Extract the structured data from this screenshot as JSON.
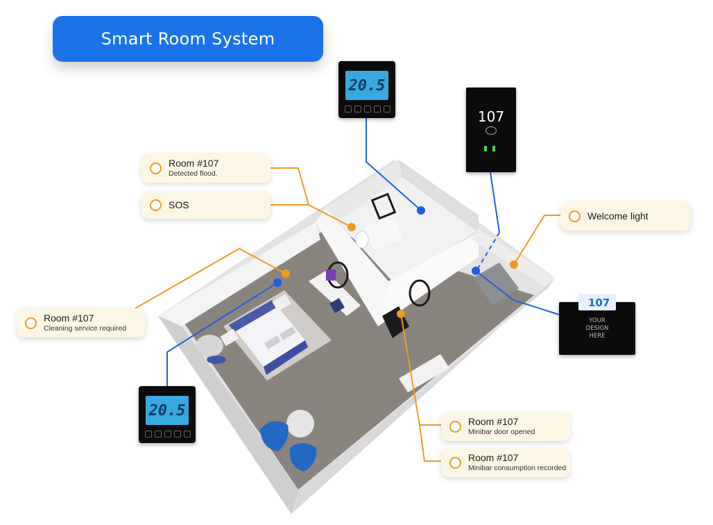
{
  "header": {
    "title": "Smart Room System"
  },
  "callouts": {
    "flood": {
      "line1": "Room #107",
      "line2": "Detected flood."
    },
    "sos": {
      "line1": "SOS"
    },
    "welcome": {
      "line1": "Welcome light"
    },
    "cleaning": {
      "line1": "Room #107",
      "line2": "Cleaning service required"
    },
    "minibar_door": {
      "line1": "Room #107",
      "line2": "Minibar door opened"
    },
    "minibar_consumption": {
      "line1": "Room #107",
      "line2": "Minibar consumption recorded"
    }
  },
  "devices": {
    "thermostat_top": {
      "reading": "20.5"
    },
    "thermostat_bottom": {
      "reading": "20.5"
    },
    "door_panel": {
      "room_number": "107"
    },
    "keycard_pad": {
      "room_number": "107",
      "design_text": "YOUR\nDESIGN\nHERE"
    }
  },
  "colors": {
    "accent_blue": "#1a73e8",
    "connector_blue": "#1d5fe0",
    "connector_orange": "#f19a1c",
    "callout_bg": "#fbf7e4"
  }
}
